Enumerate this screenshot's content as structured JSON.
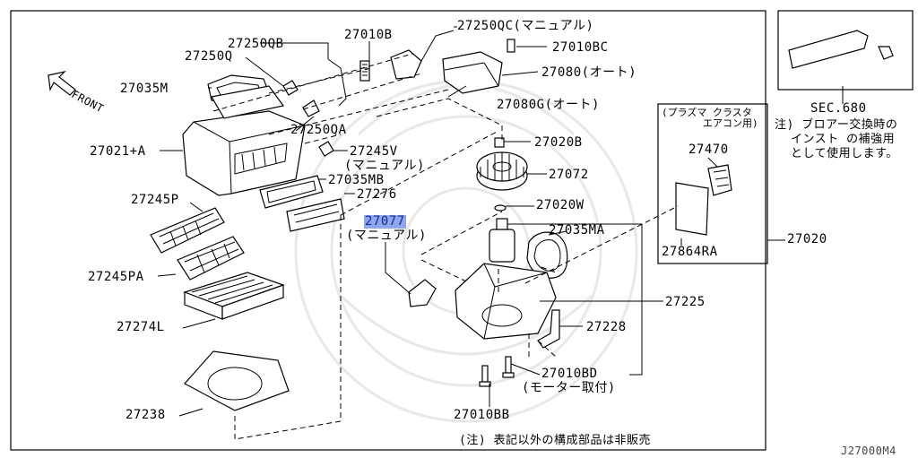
{
  "labels": {
    "p27250QC": "27250QC(マニュアル)",
    "p27010B": "27010B",
    "p27250QB": "27250QB",
    "p27250Q": "27250Q",
    "p27010BC": "27010BC",
    "p27035M": "27035M",
    "p27080": "27080(オート)",
    "front": "FRONT",
    "p27250QA": "27250QA",
    "p27080G": "27080G(オート)",
    "p27021A": "27021+A",
    "p27245V": "27245V",
    "manual1": "(マニュアル)",
    "p27020B": "27020B",
    "p27035MB": "27035MB",
    "p27072": "27072",
    "p27245P": "27245P",
    "p27276": "27276",
    "p27020W": "27020W",
    "p27077": "27077",
    "manual2": "(マニュアル)",
    "p27035MA": "27035MA",
    "p27245PA": "27245PA",
    "p27225": "27225",
    "p27274L": "27274L",
    "p27228": "27228",
    "p27010BD": "27010BD",
    "motor": "(モーター取付)",
    "p27238": "27238",
    "p27010BB": "27010BB",
    "footnote": "(注) 表記以外の構成部品は非販売",
    "plasma1": "(プラズマ クラスタ",
    "plasma2": "エアコン用)",
    "p27470": "27470",
    "p27864RA": "27864RA",
    "p27020": "27020",
    "sec": "SEC.680",
    "note1": "注) ブロアー交換時の",
    "note2": "インスト の補強用",
    "note3": "として使用します。",
    "code": "J27000M4"
  }
}
